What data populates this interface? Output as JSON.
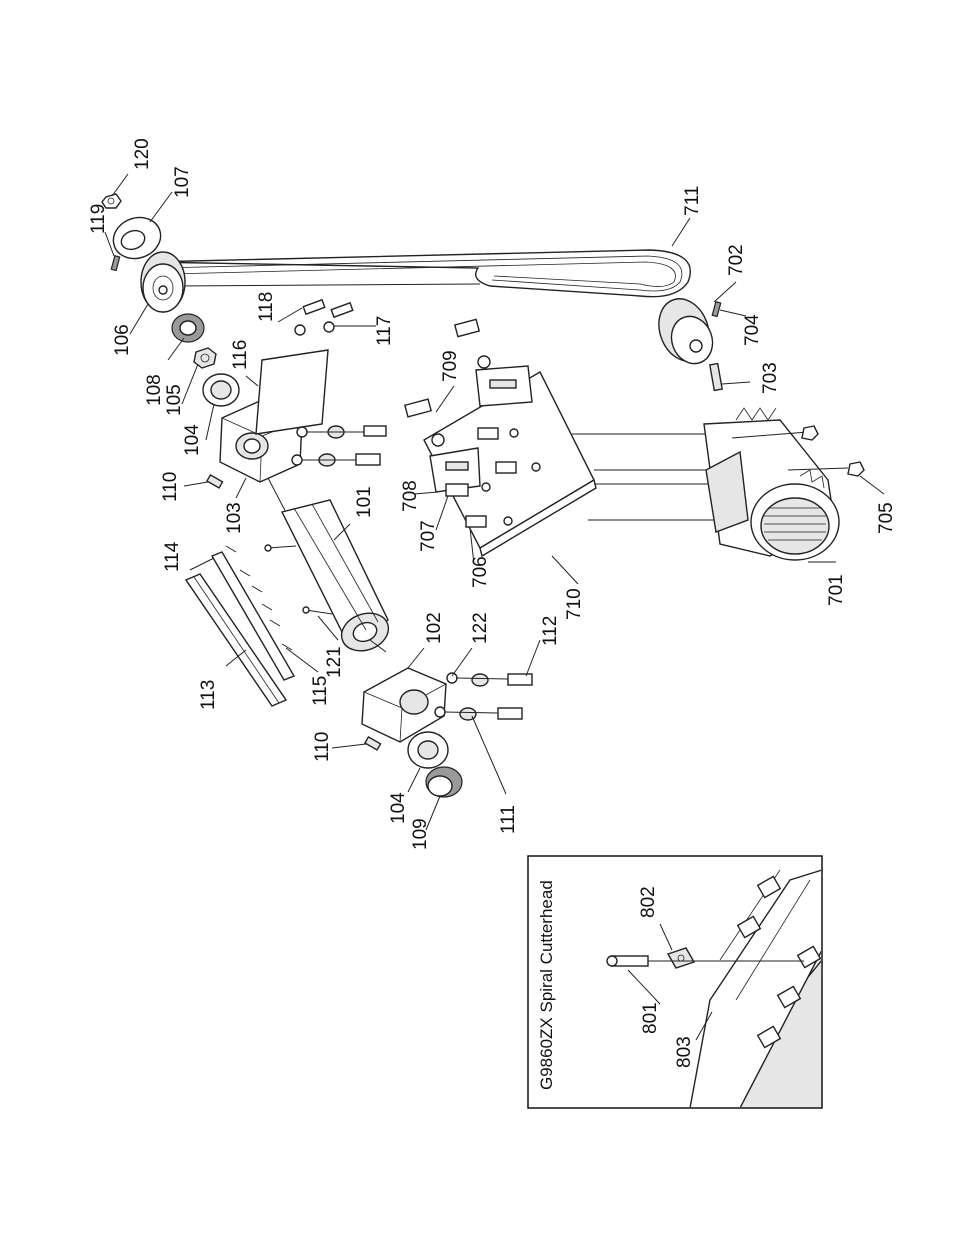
{
  "inset": {
    "title": "G9860ZX Spiral Cutterhead"
  },
  "callouts": [
    {
      "id": "c101",
      "text": "101"
    },
    {
      "id": "c102",
      "text": "102"
    },
    {
      "id": "c103",
      "text": "103"
    },
    {
      "id": "c104a",
      "text": "104"
    },
    {
      "id": "c104b",
      "text": "104"
    },
    {
      "id": "c105",
      "text": "105"
    },
    {
      "id": "c106",
      "text": "106"
    },
    {
      "id": "c107",
      "text": "107"
    },
    {
      "id": "c108",
      "text": "108"
    },
    {
      "id": "c109",
      "text": "109"
    },
    {
      "id": "c110a",
      "text": "110"
    },
    {
      "id": "c110b",
      "text": "110"
    },
    {
      "id": "c111",
      "text": "111"
    },
    {
      "id": "c112",
      "text": "112"
    },
    {
      "id": "c113",
      "text": "113"
    },
    {
      "id": "c114",
      "text": "114"
    },
    {
      "id": "c115",
      "text": "115"
    },
    {
      "id": "c116",
      "text": "116"
    },
    {
      "id": "c117",
      "text": "117"
    },
    {
      "id": "c118",
      "text": "118"
    },
    {
      "id": "c119",
      "text": "119"
    },
    {
      "id": "c120",
      "text": "120"
    },
    {
      "id": "c121",
      "text": "121"
    },
    {
      "id": "c122",
      "text": "122"
    },
    {
      "id": "c701",
      "text": "701"
    },
    {
      "id": "c702",
      "text": "702"
    },
    {
      "id": "c703",
      "text": "703"
    },
    {
      "id": "c704",
      "text": "704"
    },
    {
      "id": "c705",
      "text": "705"
    },
    {
      "id": "c706",
      "text": "706"
    },
    {
      "id": "c707",
      "text": "707"
    },
    {
      "id": "c708",
      "text": "708"
    },
    {
      "id": "c709",
      "text": "709"
    },
    {
      "id": "c710",
      "text": "710"
    },
    {
      "id": "c711",
      "text": "711"
    },
    {
      "id": "c801",
      "text": "801"
    },
    {
      "id": "c802",
      "text": "802"
    },
    {
      "id": "c803",
      "text": "803"
    }
  ]
}
